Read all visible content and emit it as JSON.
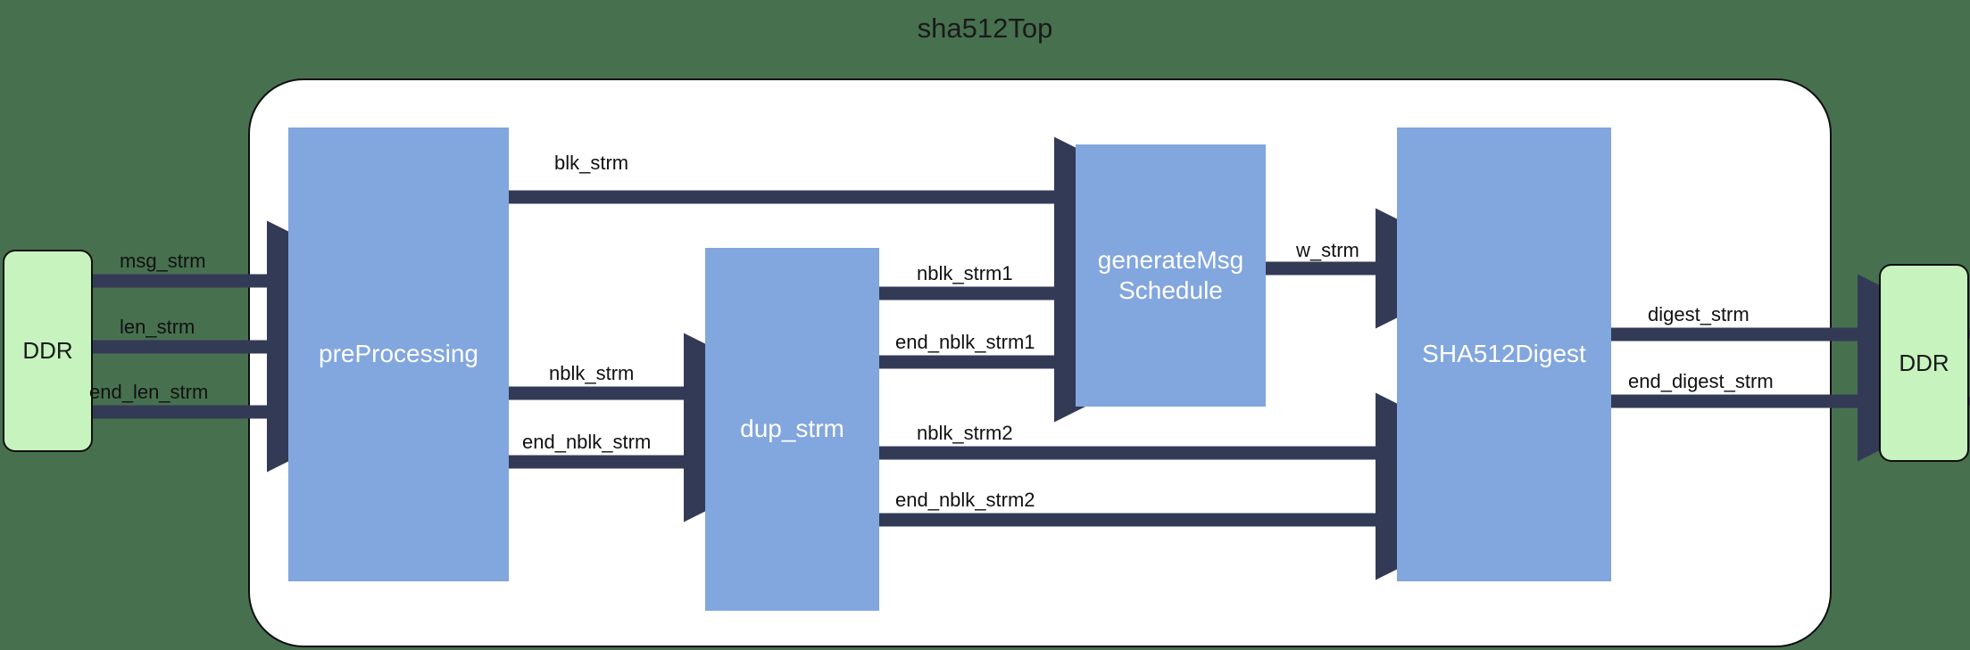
{
  "diagram": {
    "title": "sha512Top",
    "type": "block-dataflow-diagram",
    "colors": {
      "background": "#47704f",
      "container_fill": "#ffffff",
      "container_border": "#0f0f0f",
      "module_fill": "#82a6de",
      "module_text": "#ffffff",
      "memory_fill": "#c6f3be",
      "memory_border": "#0f0f0f",
      "arrow": "#333a56",
      "label_text": "#111111",
      "title_text": "#1a1a1a"
    }
  },
  "container": {
    "name": "sha512Top",
    "label": "sha512Top"
  },
  "memories": [
    {
      "id": "ddr-left",
      "label": "DDR"
    },
    {
      "id": "ddr-right",
      "label": "DDR"
    }
  ],
  "modules": [
    {
      "id": "preProcessing",
      "label": "preProcessing",
      "label_line1": "preProcessing",
      "label_line2": ""
    },
    {
      "id": "dup_strm",
      "label": "dup_strm",
      "label_line1": "dup_strm",
      "label_line2": ""
    },
    {
      "id": "generateMsgSchedule",
      "label": "generateMsgSchedule",
      "label_line1": "generateMsg",
      "label_line2": "Schedule"
    },
    {
      "id": "SHA512Digest",
      "label": "SHA512Digest",
      "label_line1": "SHA512Digest",
      "label_line2": ""
    }
  ],
  "edges": [
    {
      "id": "msg_strm",
      "label": "msg_strm",
      "from": "ddr-left",
      "to": "preProcessing"
    },
    {
      "id": "len_strm",
      "label": "len_strm",
      "from": "ddr-left",
      "to": "preProcessing"
    },
    {
      "id": "end_len_strm",
      "label": "end_len_strm",
      "from": "ddr-left",
      "to": "preProcessing"
    },
    {
      "id": "blk_strm",
      "label": "blk_strm",
      "from": "preProcessing",
      "to": "generateMsgSchedule"
    },
    {
      "id": "nblk_strm",
      "label": "nblk_strm",
      "from": "preProcessing",
      "to": "dup_strm"
    },
    {
      "id": "end_nblk_strm",
      "label": "end_nblk_strm",
      "from": "preProcessing",
      "to": "dup_strm"
    },
    {
      "id": "nblk_strm1",
      "label": "nblk_strm1",
      "from": "dup_strm",
      "to": "generateMsgSchedule"
    },
    {
      "id": "end_nblk_strm1",
      "label": "end_nblk_strm1",
      "from": "dup_strm",
      "to": "generateMsgSchedule"
    },
    {
      "id": "nblk_strm2",
      "label": "nblk_strm2",
      "from": "dup_strm",
      "to": "SHA512Digest"
    },
    {
      "id": "end_nblk_strm2",
      "label": "end_nblk_strm2",
      "from": "dup_strm",
      "to": "SHA512Digest"
    },
    {
      "id": "w_strm",
      "label": "w_strm",
      "from": "generateMsgSchedule",
      "to": "SHA512Digest"
    },
    {
      "id": "digest_strm",
      "label": "digest_strm",
      "from": "SHA512Digest",
      "to": "ddr-right"
    },
    {
      "id": "end_digest_strm",
      "label": "end_digest_strm",
      "from": "SHA512Digest",
      "to": "ddr-right"
    }
  ]
}
